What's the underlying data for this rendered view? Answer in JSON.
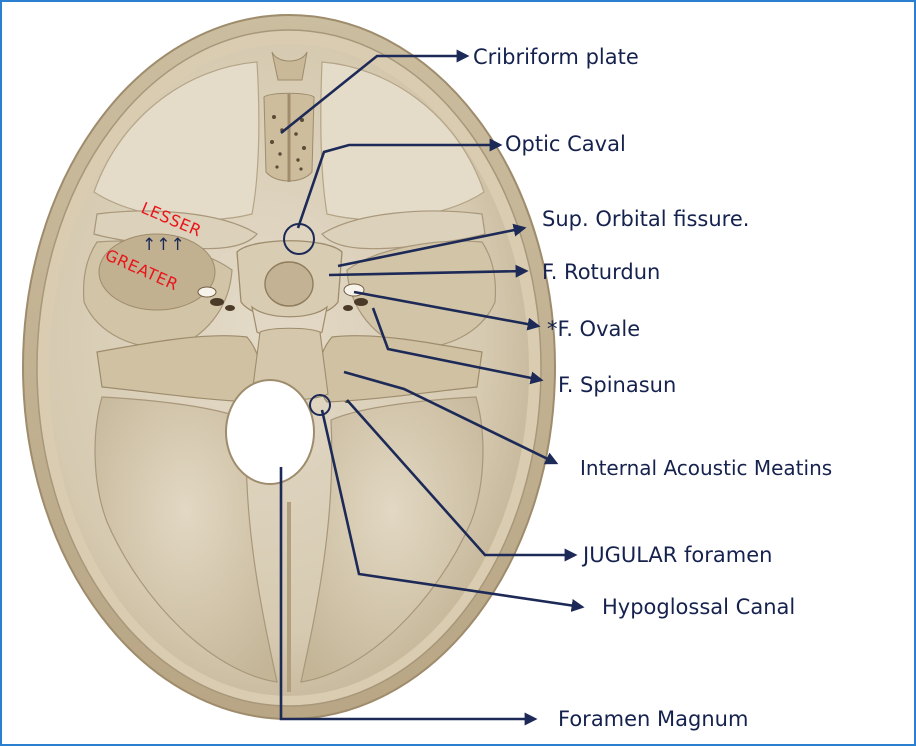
{
  "labels": {
    "cribriform": "Cribriform plate",
    "optic": "Optic Caval",
    "sup_orbital": "Sup. Orbital fissure.",
    "rotundum": "F. Roturdun",
    "ovale": "*F. Ovale",
    "spinosum": "F. Spinasun",
    "acoustic": "Internal Acoustic Meatins",
    "jugular": "JUGULAR foramen",
    "hypoglossal": "Hypoglossal Canal",
    "magnum": "Foramen Magnum"
  },
  "wing_labels": {
    "lesser": "LESSER",
    "greater": "GREATER",
    "arrows": "↑↑↑"
  },
  "colors": {
    "border": "#2b7fd0",
    "label_text": "#16224e",
    "arrow": "#1d2a57",
    "annotation_red": "#e8151b",
    "bone_light": "#ddd3bf",
    "bone_mid": "#c7b99c",
    "bone_dark": "#a8977a"
  }
}
